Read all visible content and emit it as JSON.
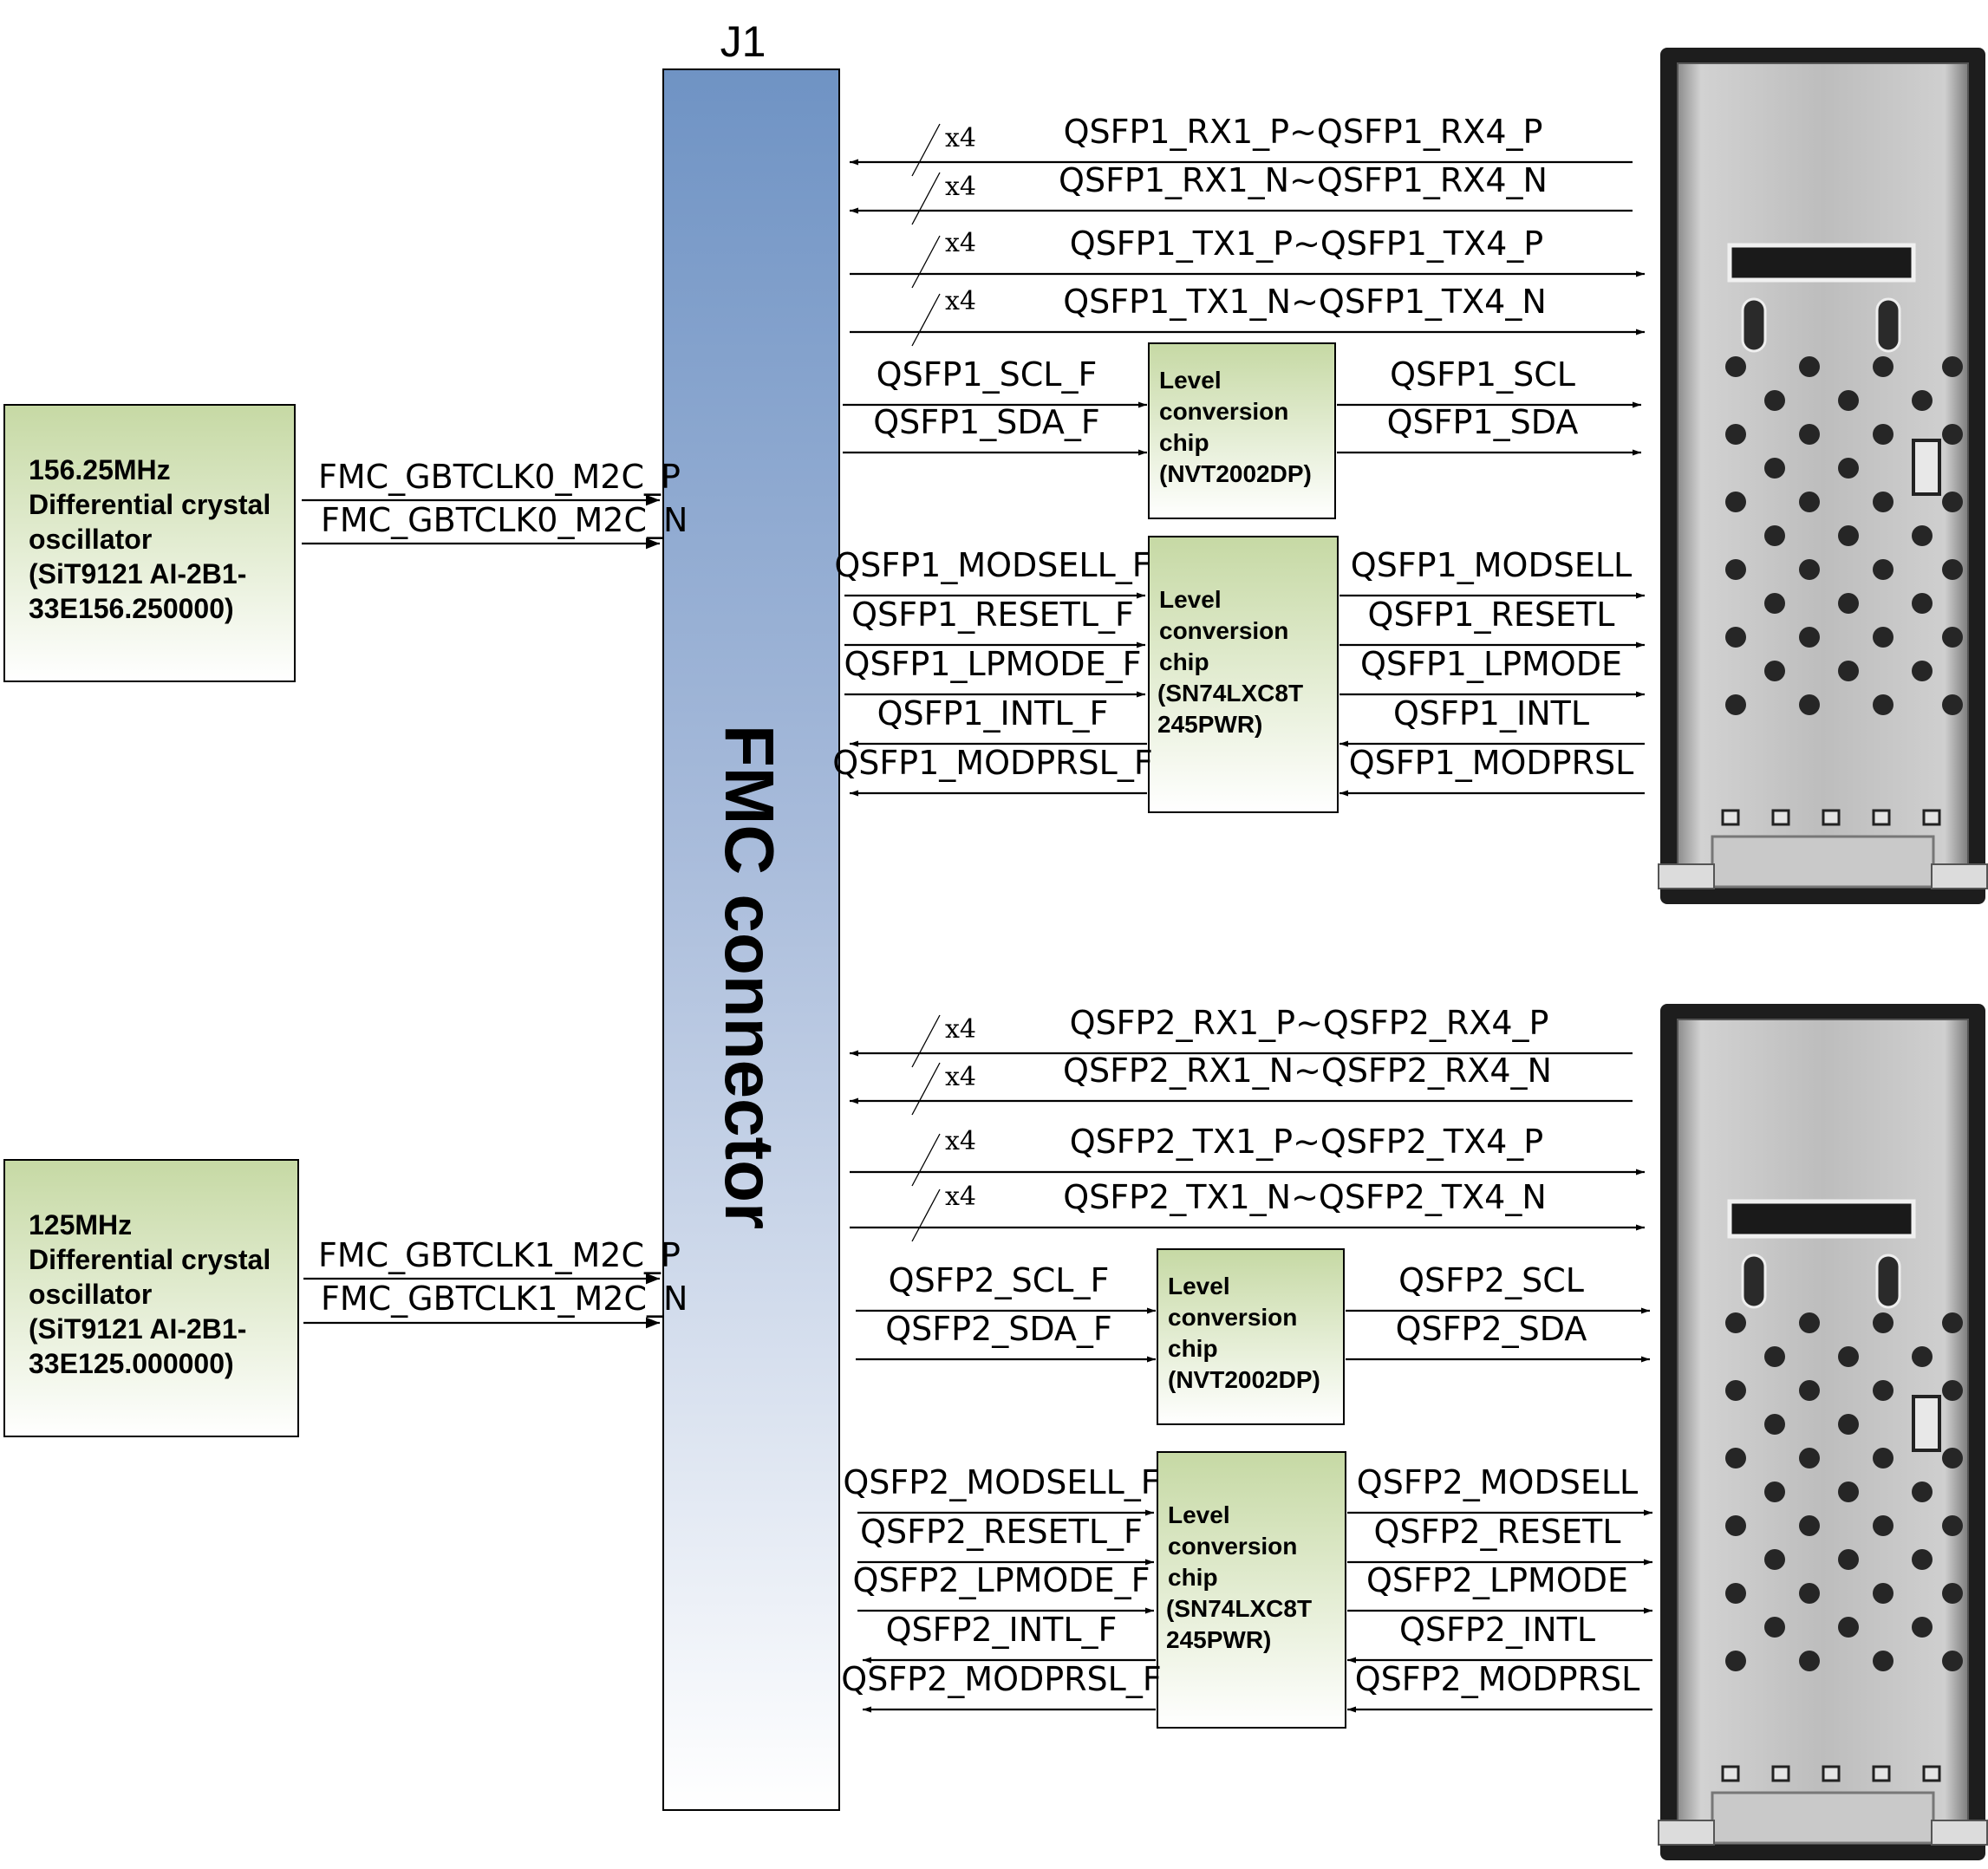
{
  "connector": {
    "id": "J1",
    "label": "FMC connector"
  },
  "oscillators": [
    {
      "lines": [
        "156.25MHz",
        "Differential crystal",
        "oscillator",
        "(SiT9121 AI-2B1-",
        "33E156.250000)"
      ],
      "signals": [
        "FMC_GBTCLK0_M2C_P",
        "FMC_GBTCLK0_M2C_N"
      ]
    },
    {
      "lines": [
        "125MHz",
        "Differential crystal",
        "oscillator",
        "(SiT9121 AI-2B1-",
        "33E125.000000)"
      ],
      "signals": [
        "FMC_GBTCLK1_M2C_P",
        "FMC_GBTCLK1_M2C_N"
      ]
    }
  ],
  "bus_width": "x4",
  "qsfp": [
    {
      "highspeed": [
        "QSFP1_RX1_P~QSFP1_RX4_P",
        "QSFP1_RX1_N~QSFP1_RX4_N",
        "QSFP1_TX1_P~QSFP1_TX4_P",
        "QSFP1_TX1_N~QSFP1_TX4_N"
      ],
      "i2c_chip": [
        "Level",
        "conversion",
        "chip",
        "(NVT2002DP)"
      ],
      "i2c_fmc": [
        "QSFP1_SCL_F",
        "QSFP1_SDA_F"
      ],
      "i2c_mod": [
        "QSFP1_SCL",
        "QSFP1_SDA"
      ],
      "ctrl_chip": [
        "Level",
        "conversion",
        "chip",
        "(SN74LXC8T",
        "245PWR)"
      ],
      "ctrl_fmc": [
        "QSFP1_MODSELL_F",
        "QSFP1_RESETL_F",
        "QSFP1_LPMODE_F",
        "QSFP1_INTL_F",
        "QSFP1_MODPRSL_F"
      ],
      "ctrl_mod": [
        "QSFP1_MODSELL",
        "QSFP1_RESETL",
        "QSFP1_LPMODE",
        "QSFP1_INTL",
        "QSFP1_MODPRSL"
      ]
    },
    {
      "highspeed": [
        "QSFP2_RX1_P~QSFP2_RX4_P",
        "QSFP2_RX1_N~QSFP2_RX4_N",
        "QSFP2_TX1_P~QSFP2_TX4_P",
        "QSFP2_TX1_N~QSFP2_TX4_N"
      ],
      "i2c_chip": [
        "Level",
        "conversion",
        "chip",
        "(NVT2002DP)"
      ],
      "i2c_fmc": [
        "QSFP2_SCL_F",
        "QSFP2_SDA_F"
      ],
      "i2c_mod": [
        "QSFP2_SCL",
        "QSFP2_SDA"
      ],
      "ctrl_chip": [
        "Level",
        "conversion",
        "chip",
        "(SN74LXC8T",
        "245PWR)"
      ],
      "ctrl_fmc": [
        "QSFP2_MODSELL_F",
        "QSFP2_RESETL_F",
        "QSFP2_LPMODE_F",
        "QSFP2_INTL_F",
        "QSFP2_MODPRSL_F"
      ],
      "ctrl_mod": [
        "QSFP2_MODSELL",
        "QSFP2_RESETL",
        "QSFP2_LPMODE",
        "QSFP2_INTL",
        "QSFP2_MODPRSL"
      ]
    }
  ]
}
